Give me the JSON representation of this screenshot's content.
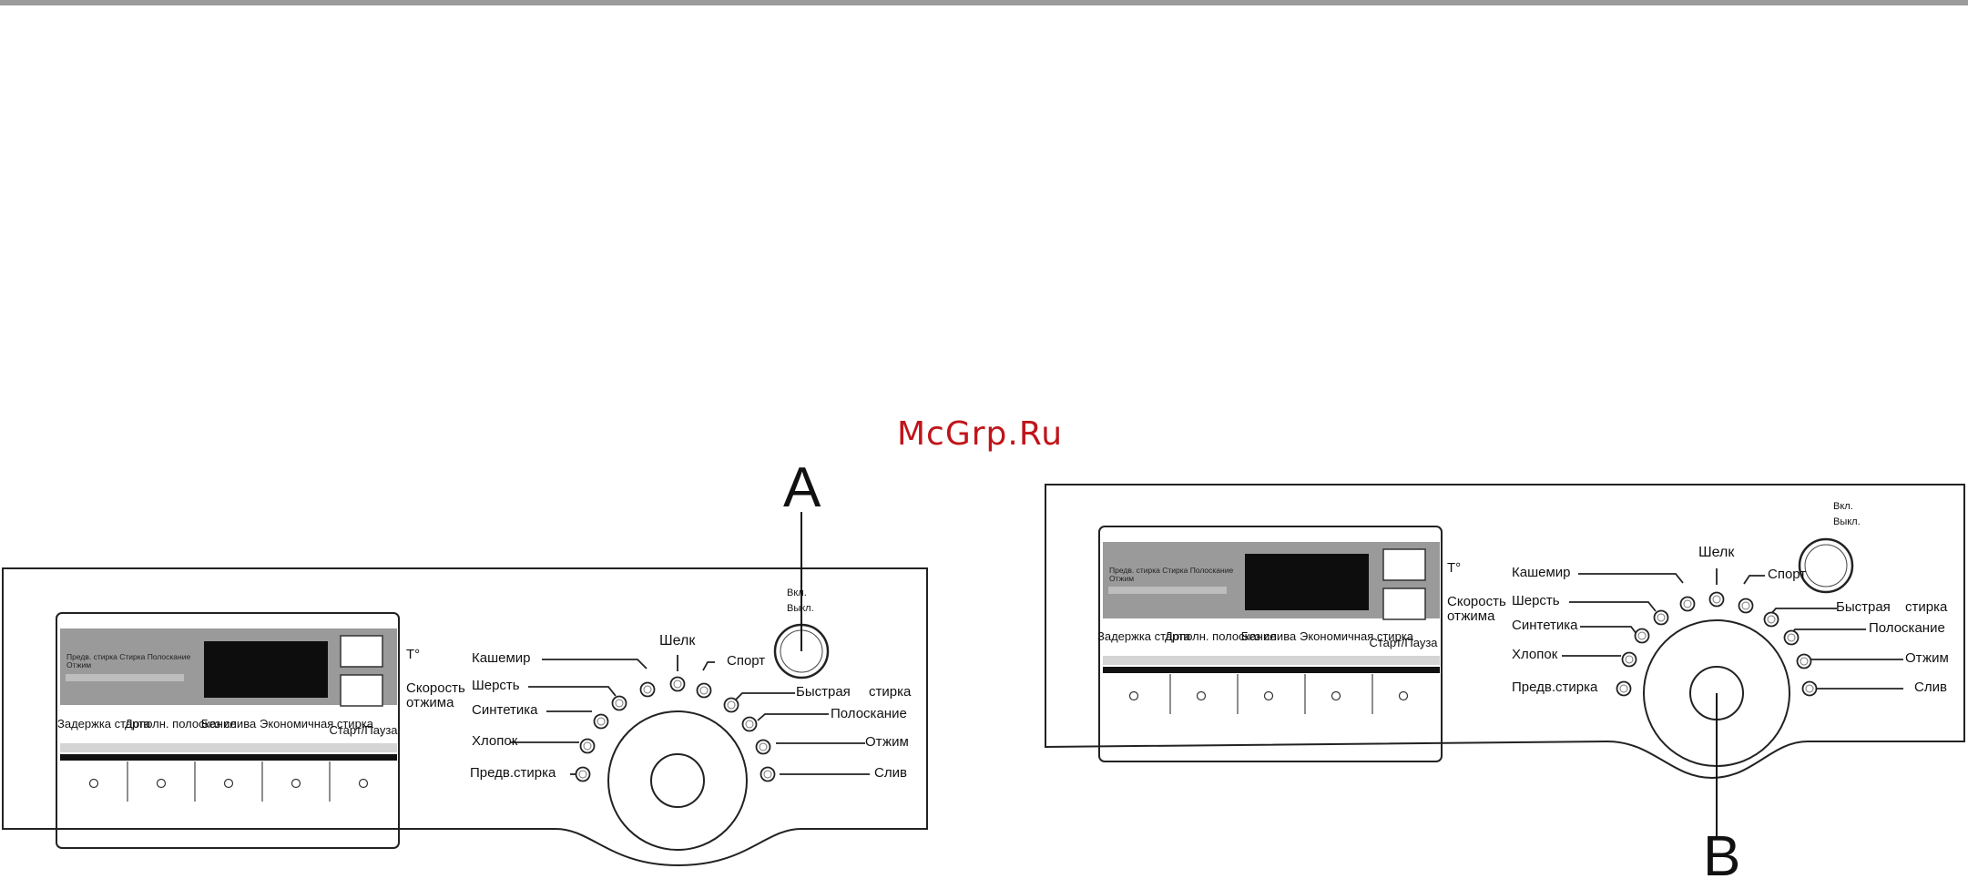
{
  "watermark": "McGrp.Ru",
  "callouts": {
    "a": "A",
    "b": "B"
  },
  "display": {
    "strip_text": "Предв. стирка  Стирка Полоскание Отжим",
    "temp_label": "T°",
    "spin_label": "Скорость отжима"
  },
  "power_switch": {
    "on": "Вкл.",
    "off": "Выкл."
  },
  "buttons": [
    "Задержка старта",
    "Дополн. полоскание",
    "Без слива",
    "Экономичная стирка",
    "Старт/Пауза"
  ],
  "programs_left": [
    "Кашемир",
    "Шерсть",
    "Синтетика",
    "Хлопок",
    "Предв.стирка"
  ],
  "programs_top": [
    "Шелк",
    "Спорт"
  ],
  "programs_right": [
    "Быстрая",
    "стирка",
    "Полоскание",
    "Отжим",
    "Слив"
  ],
  "colors": {
    "panel_gray": "#9a9a9a",
    "display_black": "#0d0d0d",
    "watermark_red": "#c0141a"
  }
}
